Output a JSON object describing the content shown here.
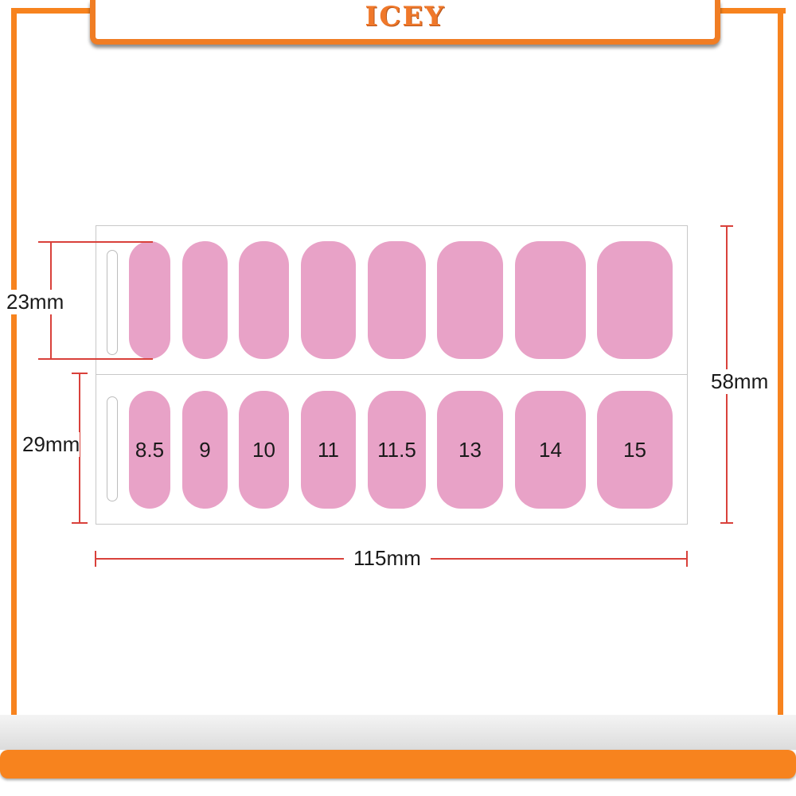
{
  "brand": "ICEY",
  "dimensions": {
    "top_row_height": "23mm",
    "bottom_row_height": "29mm",
    "total_height": "58mm",
    "total_width": "115mm"
  },
  "nail_sizes": [
    "8.5",
    "9",
    "10",
    "11",
    "11.5",
    "13",
    "14",
    "15"
  ],
  "colors": {
    "frame": "#f7831e",
    "brand_text": "#f0782a",
    "nail": "#e8a2c7",
    "dimension_line": "#d9413b"
  }
}
